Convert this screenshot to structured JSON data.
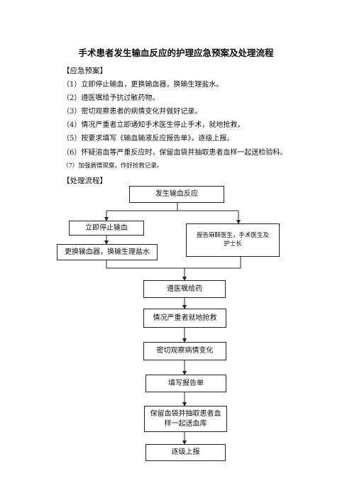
{
  "title": "手术患者发生输血反应的护理应急预案及处理流程",
  "plan_heading": "【应急预案】",
  "plan_items": [
    "（1）立即停止输血，更换输血器，换输生理盐水。",
    "（2）遵医嘱给予抗过敏药物。",
    "（3）密切观察患者的病情变化并做好记录。",
    "（4）情况严重者立即通知手术医生停止手术，就地抢救。",
    "（5）按要求填写《输血输液反应报告单》，逐级上报。",
    "（6）怀疑溶血等严重反应时，保留血袋并抽取患者血样一起送检验科。",
    "（7）加强病情观察，作好抢救记录。"
  ],
  "flow_heading": "【处理流程】",
  "flow": {
    "start": "发生输血反应",
    "stop": "立即停止输血",
    "notify": "报告麻醉医生，手术医生及护士长",
    "replace": "更换输血器，换输生理盐水",
    "medicate": "遵医嘱给药",
    "rescue": "情况严重者就地抢救",
    "observe": "密切观察病情变化",
    "report": "填写报告单",
    "retain": "保留血袋并抽取患者血样一起送血库",
    "escalate": "逐级上报"
  }
}
